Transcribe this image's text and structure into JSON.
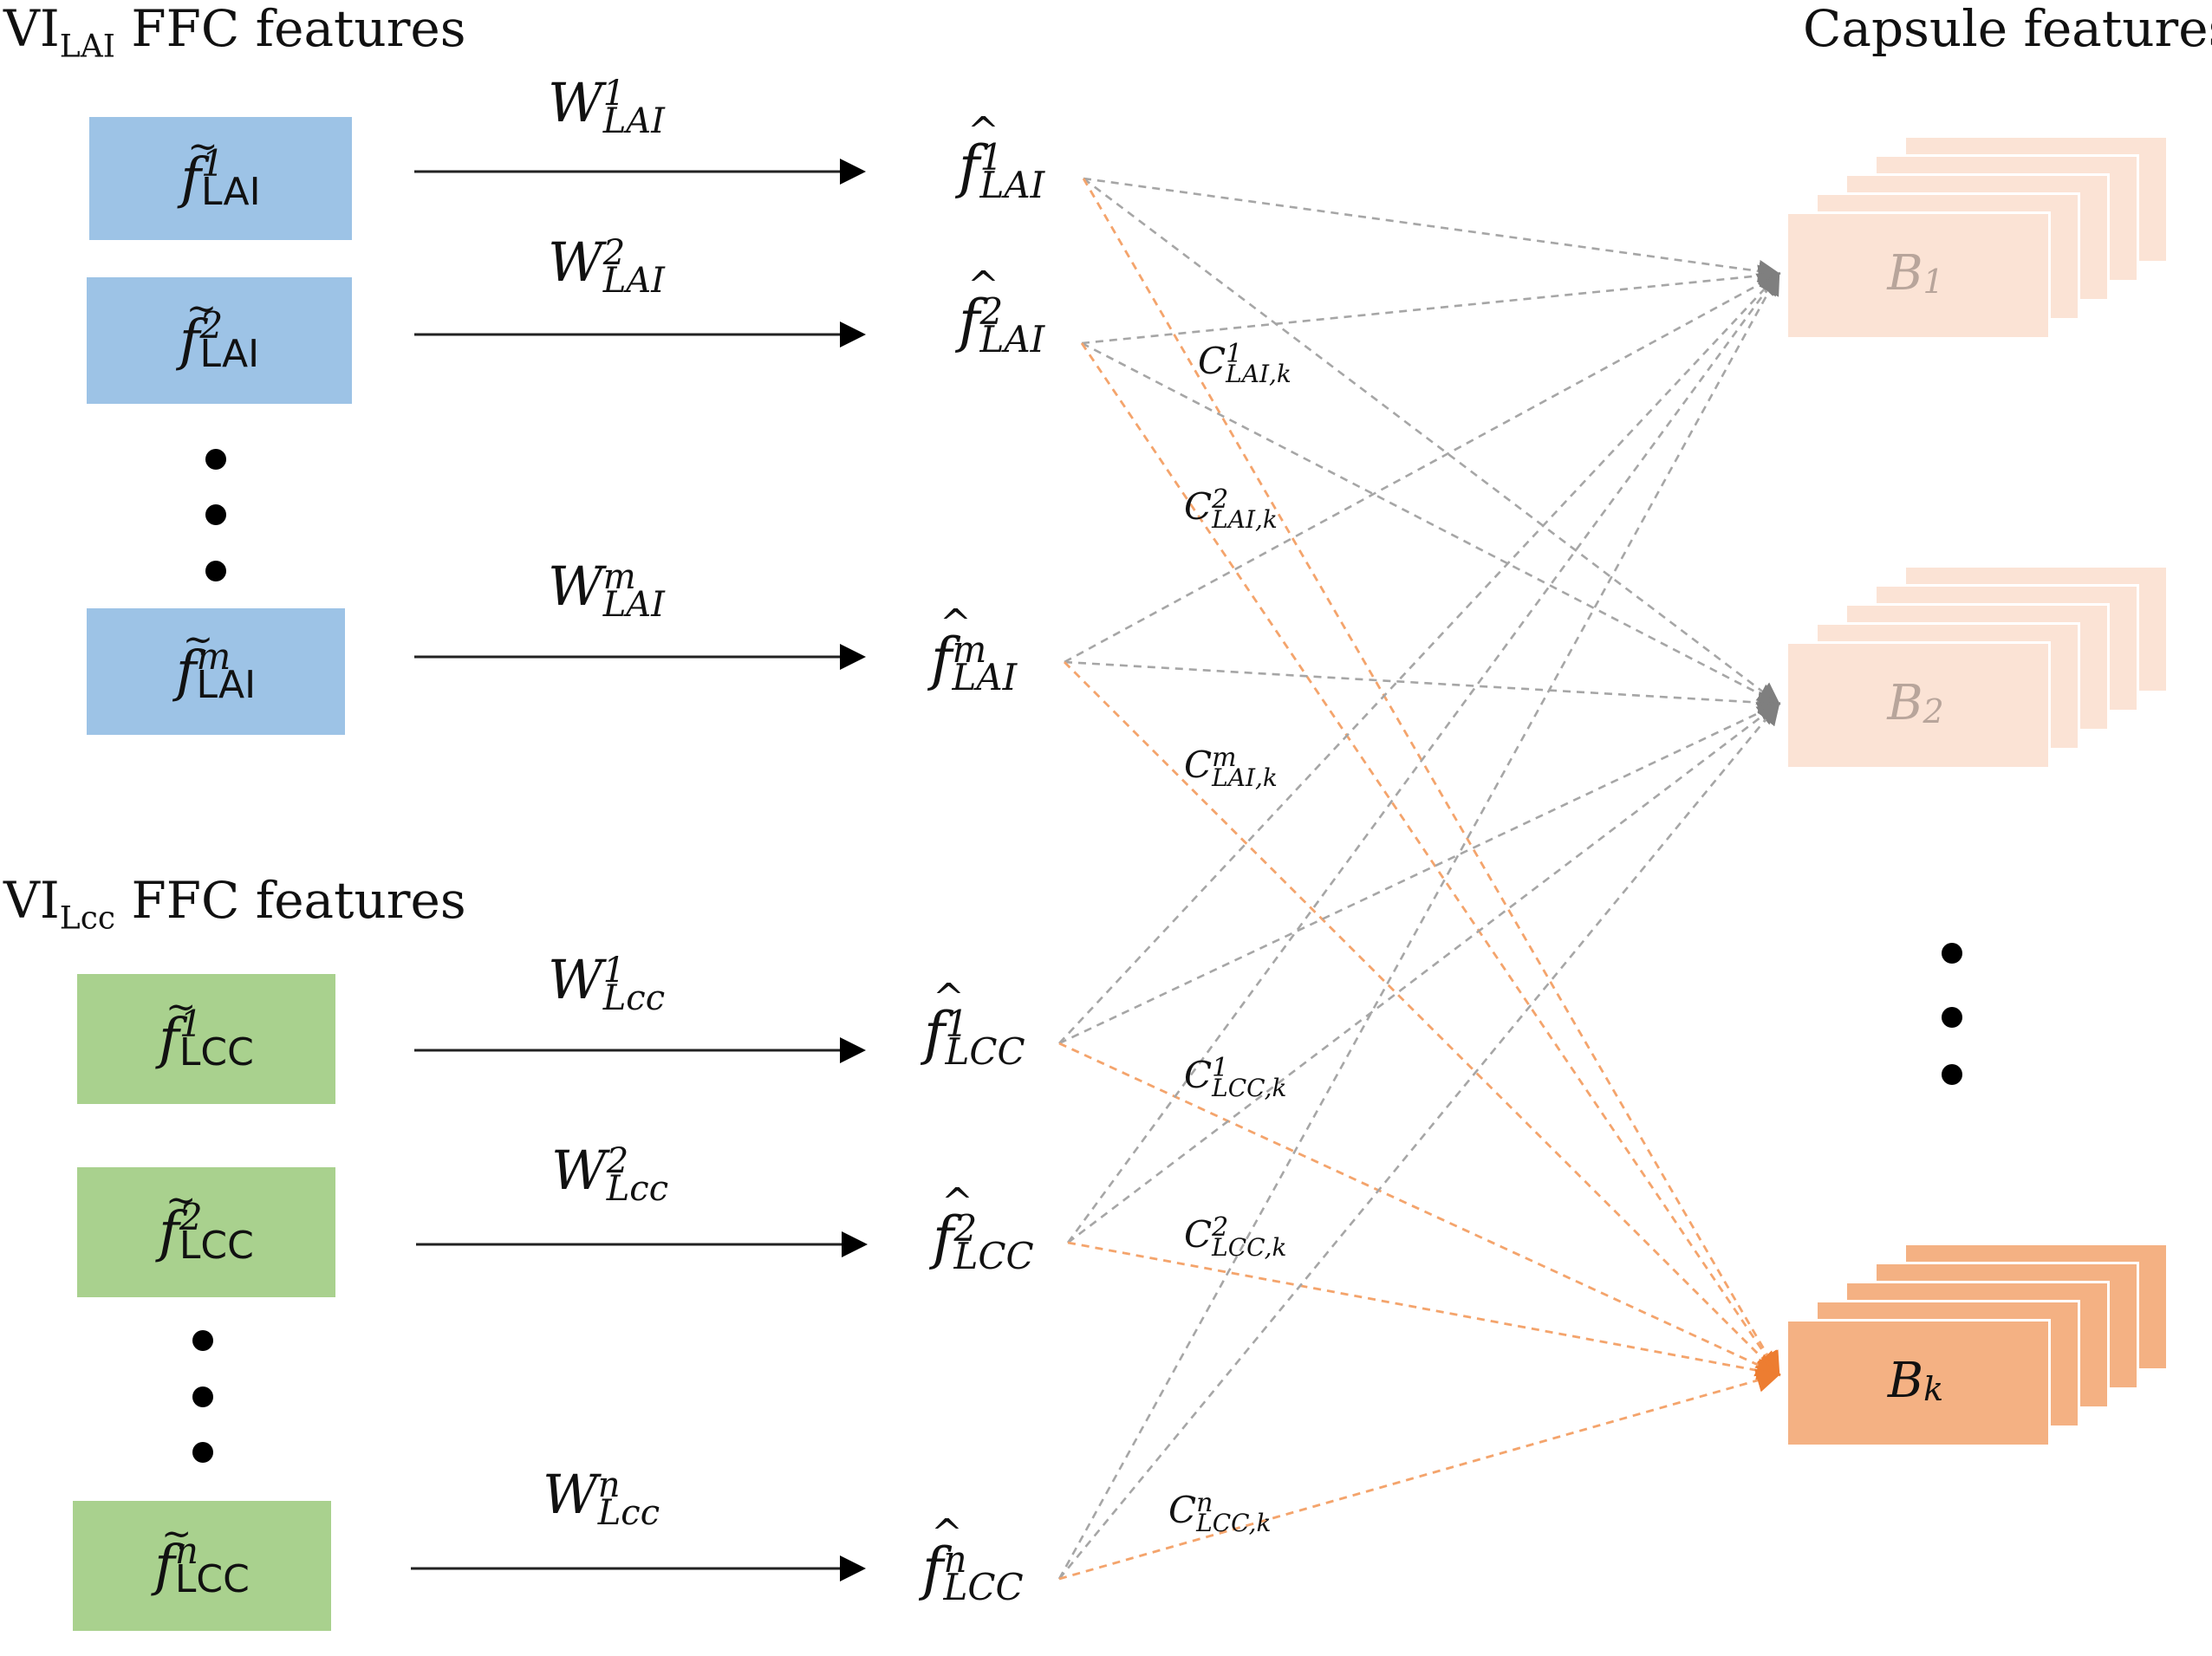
{
  "headings": {
    "lai": {
      "prefix": "VI",
      "sub": "LAI",
      "suffix": " FFC features"
    },
    "lcc": {
      "prefix": "VI",
      "sub": "Lcc",
      "suffix": " FFC features"
    },
    "capsule": "Capsule features"
  },
  "lai_inputs": [
    {
      "base": "f",
      "sup": "1",
      "sub": "LAI",
      "weight_base": "W",
      "weight_sup": "1",
      "weight_sub": "LAI",
      "hat_base": "f",
      "hat_sup": "1",
      "hat_sub": "LAI"
    },
    {
      "base": "f",
      "sup": "2",
      "sub": "LAI",
      "weight_base": "W",
      "weight_sup": "2",
      "weight_sub": "LAI",
      "hat_base": "f",
      "hat_sup": "2",
      "hat_sub": "LAI"
    },
    {
      "base": "f",
      "sup": "m",
      "sub": "LAI",
      "weight_base": "W",
      "weight_sup": "m",
      "weight_sub": "LAI",
      "hat_base": "f",
      "hat_sup": "m",
      "hat_sub": "LAI"
    }
  ],
  "lcc_inputs": [
    {
      "base": "f",
      "sup": "1",
      "sub": "LCC",
      "weight_base": "W",
      "weight_sup": "1",
      "weight_sub": "Lcc",
      "hat_base": "f",
      "hat_sup": "1",
      "hat_sub": "LCC"
    },
    {
      "base": "f",
      "sup": "2",
      "sub": "LCC",
      "weight_base": "W",
      "weight_sup": "2",
      "weight_sub": "Lcc",
      "hat_base": "f",
      "hat_sup": "2",
      "hat_sub": "LCC"
    },
    {
      "base": "f",
      "sup": "n",
      "sub": "LCC",
      "weight_base": "W",
      "weight_sup": "n",
      "weight_sub": "Lcc",
      "hat_base": "f",
      "hat_sup": "n",
      "hat_sub": "LCC"
    }
  ],
  "coupling_labels": [
    {
      "base": "C",
      "sup": "1",
      "sub": "LAI,k"
    },
    {
      "base": "C",
      "sup": "2",
      "sub": "LAI,k"
    },
    {
      "base": "C",
      "sup": "m",
      "sub": "LAI,k"
    },
    {
      "base": "C",
      "sup": "1",
      "sub": "LCC,k"
    },
    {
      "base": "C",
      "sup": "2",
      "sub": "LCC,k"
    },
    {
      "base": "C",
      "sup": "n",
      "sub": "LCC,k"
    }
  ],
  "capsules": [
    {
      "base": "B",
      "sub": "1",
      "highlighted": false
    },
    {
      "base": "B",
      "sub": "2",
      "highlighted": false
    },
    {
      "base": "B",
      "sub": "k",
      "highlighted": true
    }
  ],
  "colors": {
    "lai_box": "#9dc3e6",
    "lcc_box": "#a9d18e",
    "capsule_light": "#fbe3d5",
    "capsule_dark": "#f4b183",
    "capsule_light_text": "#b8a59b",
    "gray_link": "#a6a6a6",
    "orange_link": "#f4a46c",
    "gray_arrowhead": "#7f7f7f",
    "orange_arrowhead": "#ed7d31"
  }
}
